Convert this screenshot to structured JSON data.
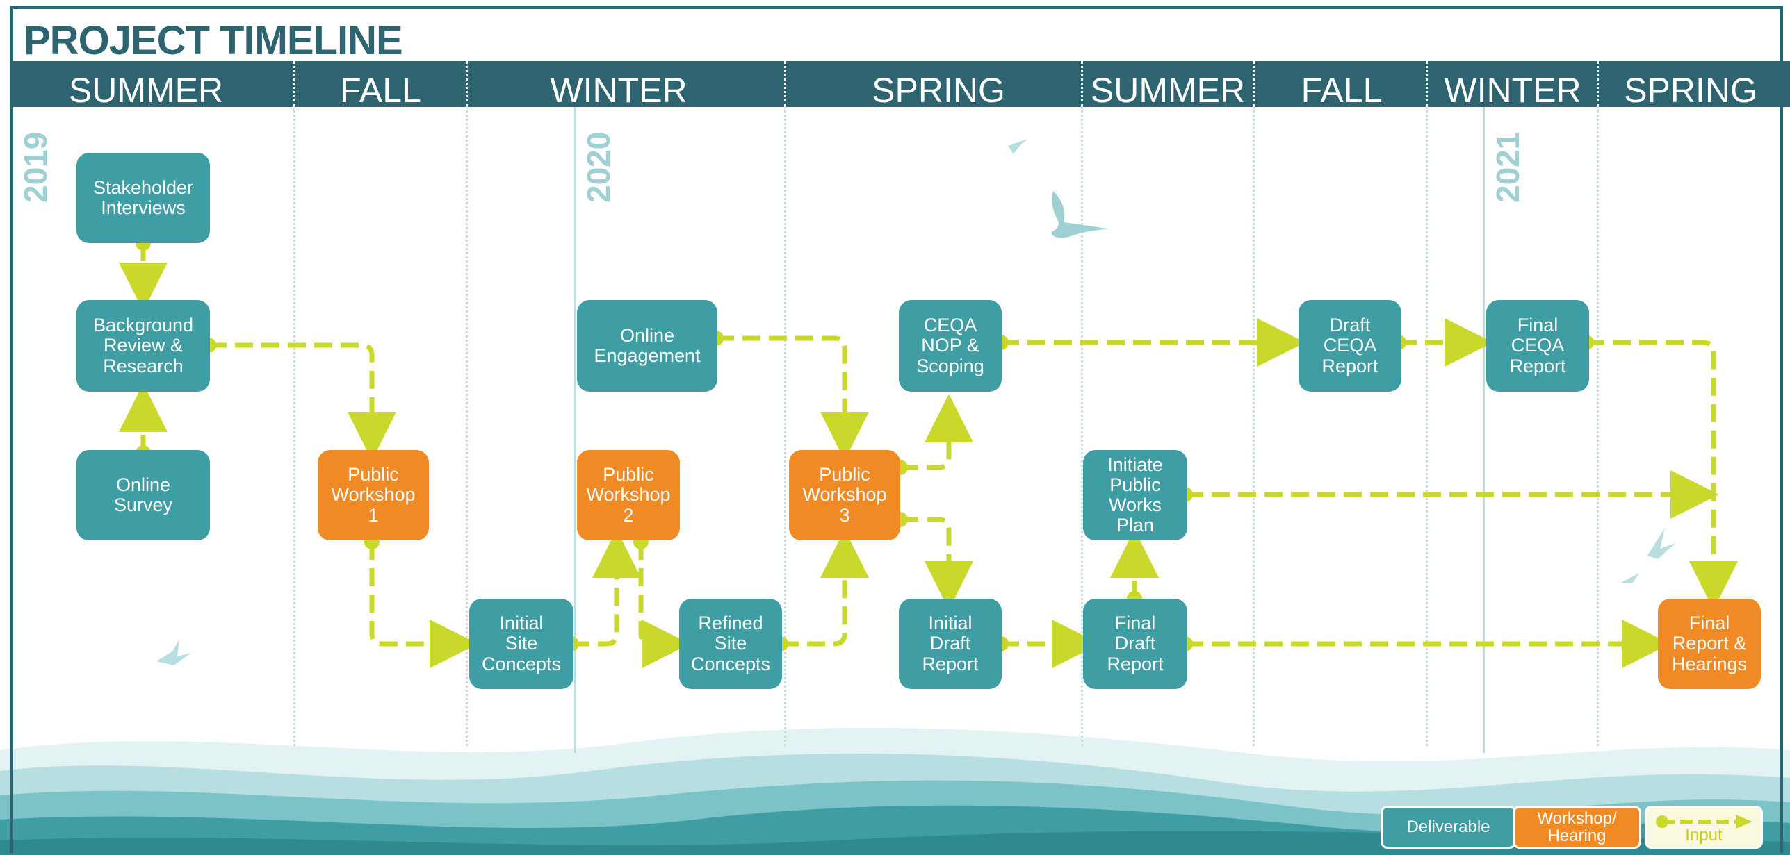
{
  "title": "PROJECT TIMELINE",
  "colors": {
    "dark_teal": "#2e6470",
    "teal": "#3f9ea3",
    "orange": "#f08a24",
    "arrow": "#c9d82a",
    "year": "#9fd0d3"
  },
  "seasons": [
    "SUMMER",
    "FALL",
    "WINTER",
    "SPRING",
    "SUMMER",
    "FALL",
    "WINTER",
    "SPRING"
  ],
  "years": [
    "2019",
    "2020",
    "2021"
  ],
  "nodes": {
    "stakeholder_interviews": "Stakeholder\nInterviews",
    "background_review": "Background\nReview &\nResearch",
    "online_survey": "Online\nSurvey",
    "public_workshop_1": "Public\nWorkshop\n1",
    "initial_site_concepts": "Initial\nSite\nConcepts",
    "online_engagement": "Online\nEngagement",
    "public_workshop_2": "Public\nWorkshop\n2",
    "refined_site_concepts": "Refined\nSite\nConcepts",
    "public_workshop_3": "Public\nWorkshop\n3",
    "ceqa_nop": "CEQA\nNOP &\nScoping",
    "initial_draft_report": "Initial\nDraft\nReport",
    "initiate_public_works": "Initiate\nPublic\nWorks\nPlan",
    "final_draft_report": "Final\nDraft\nReport",
    "draft_ceqa_report": "Draft\nCEQA\nReport",
    "final_ceqa_report": "Final\nCEQA\nReport",
    "final_report_hearings": "Final\nReport &\nHearings"
  },
  "legend": {
    "deliverable": "Deliverable",
    "workshop": "Workshop/\nHearing",
    "input": "Input"
  }
}
